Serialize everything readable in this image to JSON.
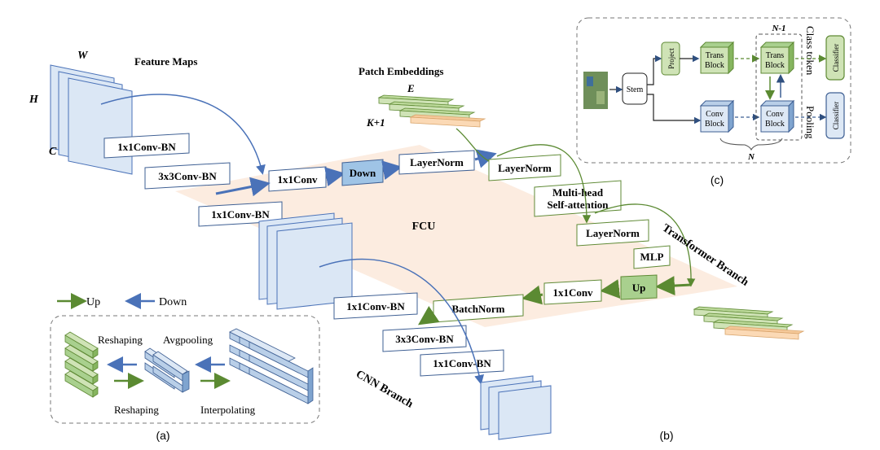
{
  "labels": {
    "feature_maps": "Feature Maps",
    "w": "W",
    "h": "H",
    "c": "C",
    "patch_embeddings": "Patch Embeddings",
    "e": "E",
    "k1": "K+1",
    "fcu": "FCU",
    "transformer_branch": "Transformer Branch",
    "cnn_branch": "CNN Branch",
    "panel_a": "(a)",
    "panel_b": "(b)",
    "panel_c": "(c)"
  },
  "cnn_boxes": {
    "conv1_top": "1x1Conv-BN",
    "conv3_top": "3x3Conv-BN",
    "conv1b_top": "1x1Conv-BN",
    "conv1_bot": "1x1Conv-BN",
    "conv3_bot": "3x3Conv-BN",
    "conv1b_bot": "1x1Conv-BN"
  },
  "fcu_boxes": {
    "conv1x1_down": "1x1Conv",
    "down": "Down",
    "layernorm_down": "LayerNorm",
    "up": "Up",
    "conv1x1_up": "1x1Conv",
    "batchnorm": "BatchNorm"
  },
  "transformer_boxes": {
    "layernorm1": "LayerNorm",
    "mhsa_line1": "Multi-head",
    "mhsa_line2": "Self-attention",
    "layernorm2": "LayerNorm",
    "mlp": "MLP"
  },
  "legend": {
    "up": "Up",
    "down": "Down"
  },
  "panel_a": {
    "reshaping_top": "Reshaping",
    "avgpooling": "Avgpooling",
    "reshaping_bottom": "Reshaping",
    "interpolating": "Interpolating"
  },
  "panel_c": {
    "stem": "Stem",
    "project": "Project",
    "trans_block": [
      "Trans",
      "Block"
    ],
    "conv_block": [
      "Conv",
      "Block"
    ],
    "n_minus_1": "N-1",
    "n": "N",
    "class_token": "Class token",
    "pooling": "Pooling",
    "classifier": "Classifier"
  },
  "colors": {
    "green_border": "#5f8a35",
    "green_fill": "#cfe3b6",
    "green_dark_fill": "#a9d08e",
    "blue_border": "#3e5f93",
    "blue_fill": "#dde8f5",
    "blue_box_fill": "#9fc4e6",
    "arrow_blue": "#4a72b8",
    "arrow_green": "#5b8a32",
    "fcu_plane": "#fbe5d6",
    "peach": "#fbd9b5"
  }
}
